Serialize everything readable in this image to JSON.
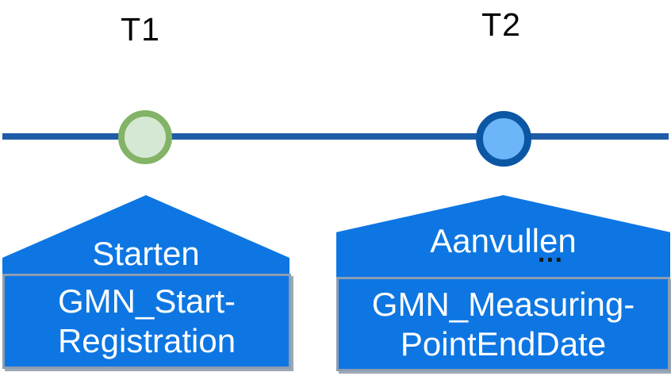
{
  "timeline": {
    "line_color": "#1E5CA8",
    "markers": [
      {
        "label": "T1",
        "circle_fill": "#D5E8D4",
        "circle_border": "#82B366"
      },
      {
        "label": "T2",
        "circle_fill": "#6CB5F8",
        "circle_border": "#0B57A3"
      }
    ]
  },
  "callouts": [
    {
      "action": "Starten",
      "event_line1": "GMN_Start-",
      "event_line2": "Registration"
    },
    {
      "action": "Aanvullen",
      "ellipsis": "…",
      "event_line1": "GMN_Measuring-",
      "event_line2": "PointEndDate"
    }
  ],
  "colors": {
    "callout_blue": "#0D76E3",
    "timeline_blue": "#1E5CA8",
    "box_border_gray": "#8D9DB2",
    "text_white": "#FFFFFF",
    "label_black": "#000000"
  }
}
